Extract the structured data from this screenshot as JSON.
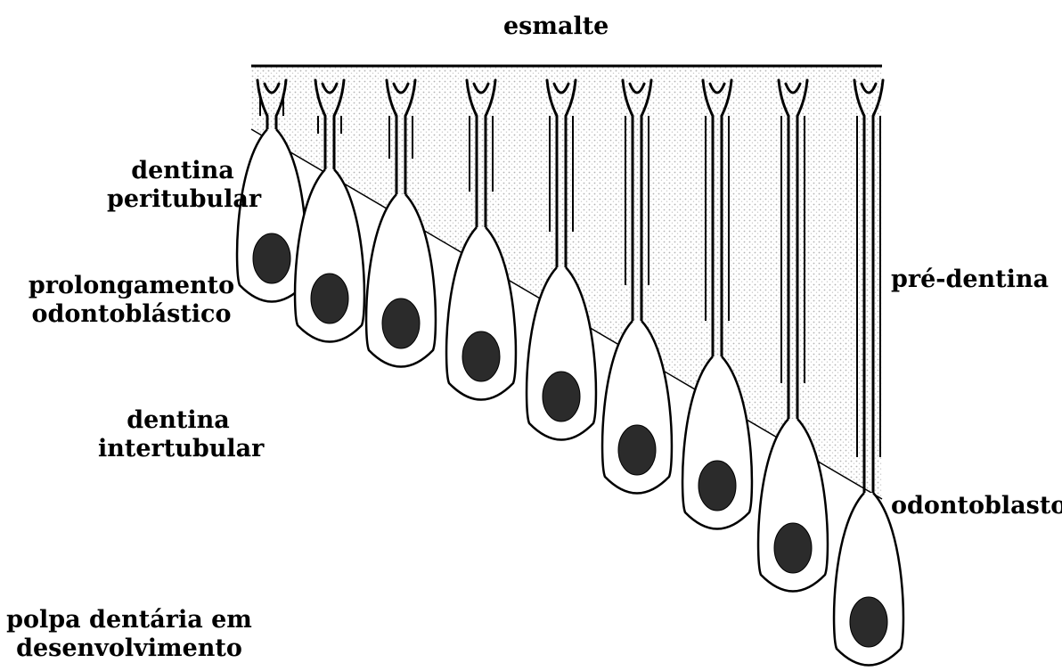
{
  "diagram": {
    "labels": {
      "top": "esmalte",
      "dentina_peritubular": [
        "dentina",
        "peritubular"
      ],
      "prolongamento": [
        "prolongamento",
        "odontoblástico"
      ],
      "dentina_intertubular": [
        "dentina",
        "intertubular"
      ],
      "polpa": [
        "polpa dentária em",
        "desenvolvimento"
      ],
      "pre_dentina": "pré-dentina",
      "odontoblasto": "odontoblasto"
    },
    "colors": {
      "line": "#000000",
      "nucleus": "#2b2b2b",
      "dentin_shade": "#e2e2e2",
      "background": "#ffffff"
    }
  }
}
